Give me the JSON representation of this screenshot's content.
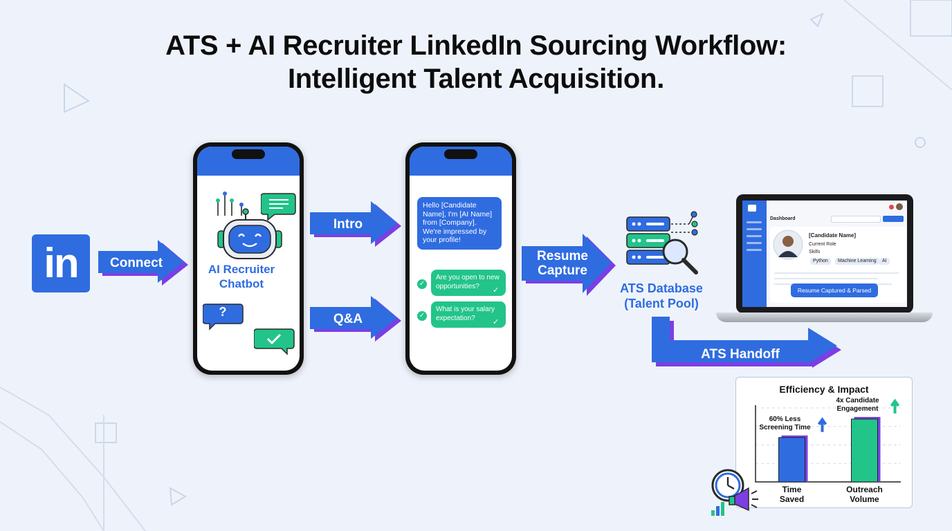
{
  "title": {
    "line1": "ATS + AI Recruiter LinkedIn Sourcing Workflow:",
    "line2": "Intelligent Talent Acquisition."
  },
  "linkedin": {
    "logo_text": "in",
    "icon": "linkedin-logo"
  },
  "arrows": {
    "connect": "Connect",
    "intro": "Intro",
    "qa": "Q&A",
    "resume_line1": "Resume",
    "resume_line2": "Capture",
    "handoff": "ATS Handoff"
  },
  "bot": {
    "label_line1": "AI Recruiter",
    "label_line2": "Chatbot",
    "question_mark": "?",
    "icons": [
      "robot-icon",
      "chat-bubble-icon",
      "question-bubble-icon",
      "check-bubble-icon"
    ]
  },
  "chat": {
    "intro_message": "Hello [Candidate Name], I'm [AI Name] from [Company]. We're impressed by your profile!",
    "q1": "Are you open to new opportunities?",
    "q2": "What is your salary expectation?"
  },
  "database": {
    "label_line1": "ATS Database",
    "label_line2": "(Talent Pool)",
    "icon": "database-search-icon"
  },
  "dashboard": {
    "title": "Dashboard",
    "candidate_name": "[Candidate Name]",
    "current_role": "Current Role",
    "skills_label": "Skills",
    "skills": [
      "Python",
      "Machine Learning",
      "AI"
    ],
    "status_button": "Resume Captured & Parsed"
  },
  "chart_data": {
    "type": "bar",
    "title": "Efficiency & Impact",
    "categories": [
      "Time Saved",
      "Outreach Volume"
    ],
    "category_lines": [
      [
        "Time",
        "Saved"
      ],
      [
        "Outreach",
        "Volume"
      ]
    ],
    "values": [
      2.4,
      3.4
    ],
    "annotations": [
      {
        "lines": [
          "60% Less",
          "Screening Time"
        ],
        "arrow": "up"
      },
      {
        "lines": [
          "4x Candidate",
          "Engagement"
        ],
        "arrow": "up"
      }
    ],
    "colors": [
      "#2f6ce0",
      "#22c48a"
    ],
    "grid": true,
    "ylim": [
      0,
      4
    ]
  },
  "colors": {
    "blue": "#2f6ce0",
    "green": "#22c48a",
    "purple_shadow": "#7b3fe4"
  }
}
